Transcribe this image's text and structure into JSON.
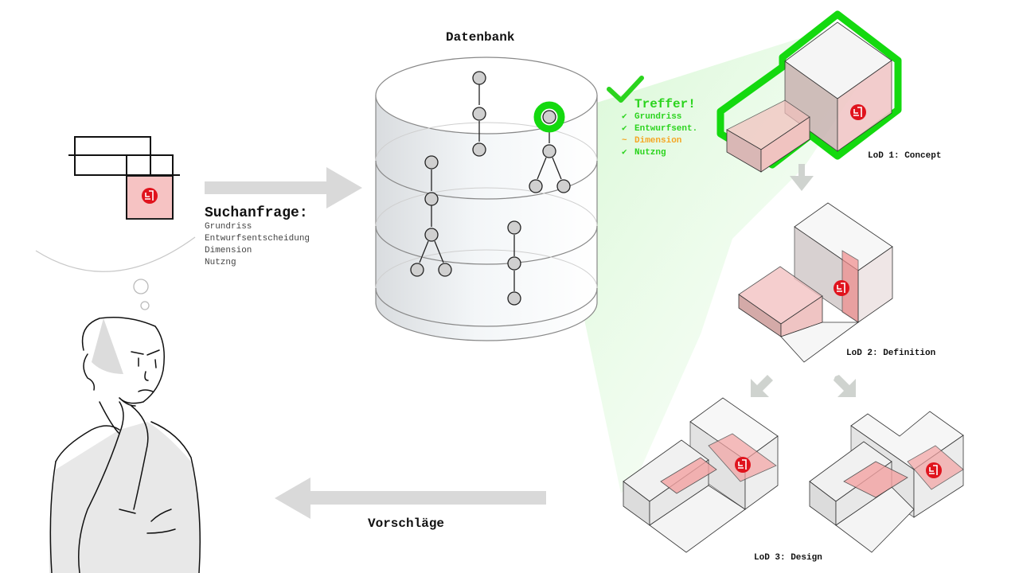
{
  "database": {
    "title": "Datenbank"
  },
  "query": {
    "title": "Suchanfrage:",
    "items": [
      "Grundriss",
      "Entwurfsentscheidung",
      "Dimension",
      "Nutzng"
    ]
  },
  "hits": {
    "title": "Treffer!",
    "items": [
      {
        "label": "Grundriss",
        "status": "match",
        "icon": "check-icon"
      },
      {
        "label": "Entwurfsent.",
        "status": "match",
        "icon": "check-icon"
      },
      {
        "label": "Dimension",
        "status": "partial",
        "icon": "tilde-icon"
      },
      {
        "label": "Nutzng",
        "status": "match",
        "icon": "check-icon"
      }
    ]
  },
  "lod": {
    "concept": "LoD 1: Concept",
    "definition": "LoD 2: Definition",
    "design": "LoD 3: Design"
  },
  "suggestions": {
    "label": "Vorschläge"
  },
  "colors": {
    "match_green": "#2bd41e",
    "highlight_green": "#14d90f",
    "partial_orange": "#f5a623",
    "logo_red": "#e0131d",
    "room_pink": "#f4b8b8",
    "arrow_gray": "#d8d8d8"
  }
}
